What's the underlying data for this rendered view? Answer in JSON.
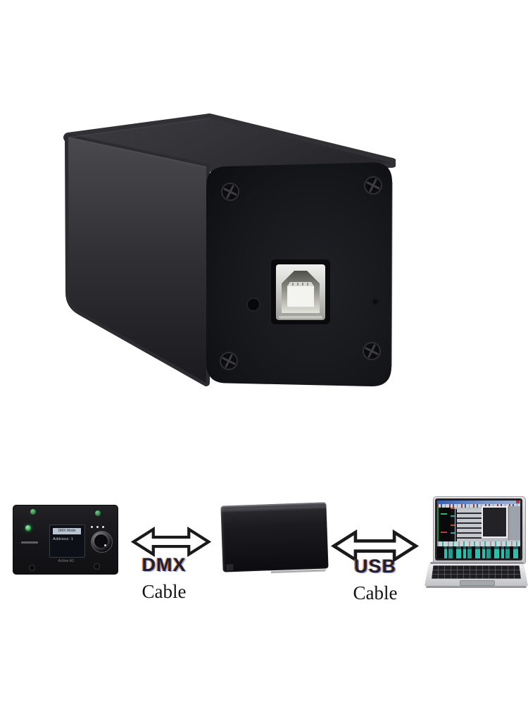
{
  "diagram": {
    "dmx_arrow_label": "DMX",
    "dmx_cable_label": "Cable",
    "usb_arrow_label": "USB",
    "usb_cable_label": "Cable",
    "controller": {
      "screen_line1": "DMX Mode",
      "screen_line2": "Address: 1",
      "panel_label": "Active A1"
    }
  },
  "colors": {
    "background": "#ffffff",
    "box_black": "#17181c",
    "arrow_fill": "#ffffff",
    "arrow_outline": "#1a1a1a",
    "bus_label_color": "#1e2230",
    "cable_label_color": "#131313",
    "green_led": "#35b054",
    "software_teal": "#28c0ae",
    "usb_shield_silver": "#e8e8e6"
  }
}
